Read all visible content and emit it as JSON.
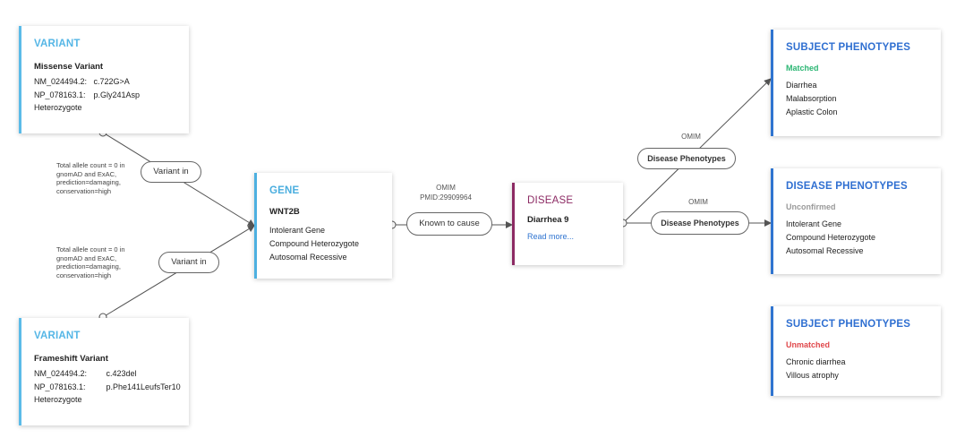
{
  "variant_top": {
    "title": "VARIANT",
    "name": "Missense Variant",
    "rows": [
      {
        "k": "NM_024494.2:",
        "v": "c.722G>A"
      },
      {
        "k": "NP_078163.1:",
        "v": "p.Gly241Asp"
      }
    ],
    "zygosity": "Heterozygote"
  },
  "variant_bottom": {
    "title": "VARIANT",
    "name": "Frameshift Variant",
    "rows": [
      {
        "k": "NM_024494.2:",
        "v": "c.423del"
      },
      {
        "k": "NP_078163.1:",
        "v": "p.Phe141LeufsTer10"
      }
    ],
    "zygosity": "Heterozygote"
  },
  "notes": {
    "top": "Total allele count = 0 in\ngnomAD and ExAC,\nprediction=damaging,\nconservation=high",
    "bottom": "Total allele count = 0 in\ngnomAD and ExAC,\nprediction=damaging,\nconservation=high"
  },
  "edges": {
    "variant_in_top": "Variant in",
    "variant_in_bottom": "Variant in",
    "known_to_cause": "Known to cause",
    "known_source": "OMIM",
    "known_pmid": "PMID:29909964",
    "disease_pheno_top": "Disease Phenotypes",
    "disease_pheno_top_source": "OMIM",
    "disease_pheno_mid": "Disease Phenotypes",
    "disease_pheno_mid_source": "OMIM"
  },
  "gene": {
    "title": "GENE",
    "name": "WNT2B",
    "lines": [
      "Intolerant Gene",
      "Compound Heterozygote",
      "Autosomal Recessive"
    ]
  },
  "disease": {
    "title": "DISEASE",
    "name": "Diarrhea 9",
    "link": "Read more..."
  },
  "subject_matched": {
    "title": "SUBJECT PHENOTYPES",
    "status": "Matched",
    "items": [
      "Diarrhea",
      "Malabsorption",
      "Aplastic Colon"
    ]
  },
  "disease_pheno": {
    "title": "DISEASE PHENOTYPES",
    "status": "Unconfirmed",
    "items": [
      "Intolerant Gene",
      "Compound Heterozygote",
      "Autosomal Recessive"
    ]
  },
  "subject_unmatched": {
    "title": "SUBJECT PHENOTYPES",
    "status": "Unmatched",
    "items": [
      "Chronic diarrhea",
      "Villous atrophy"
    ]
  },
  "colors": {
    "matched": "#2bb673",
    "unconfirmed": "#9a9a9a",
    "unmatched": "#e0484b"
  }
}
